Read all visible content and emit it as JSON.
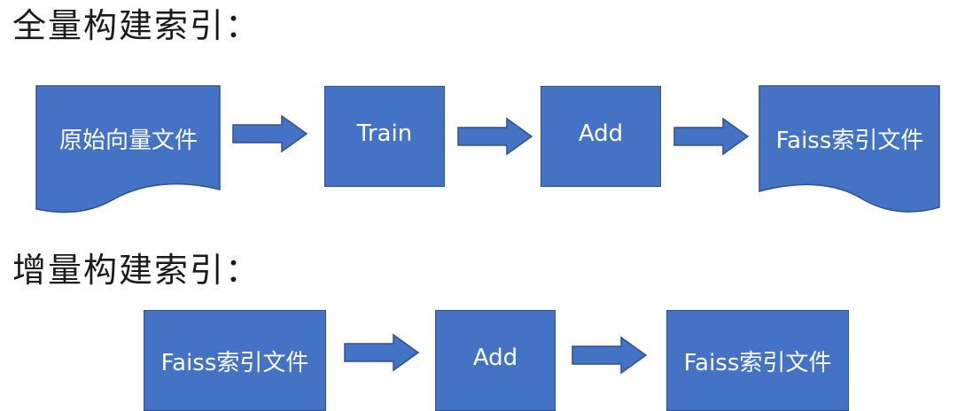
{
  "sections": {
    "full_build": {
      "title": "全量构建索引：",
      "nodes": [
        {
          "label": "原始向量文件",
          "shape": "document"
        },
        {
          "label": "Train",
          "shape": "process"
        },
        {
          "label": "Add",
          "shape": "process"
        },
        {
          "label": "Faiss索引文件",
          "shape": "document"
        }
      ]
    },
    "incremental_build": {
      "title": "增量构建索引：",
      "nodes": [
        {
          "label": "Faiss索引文件",
          "shape": "process"
        },
        {
          "label": "Add",
          "shape": "process"
        },
        {
          "label": "Faiss索引文件",
          "shape": "process"
        }
      ]
    }
  },
  "colors": {
    "node_fill": "#4472c4",
    "node_border": "#2f528f",
    "node_text": "#ffffff",
    "heading_text": "#1a1a1a"
  }
}
